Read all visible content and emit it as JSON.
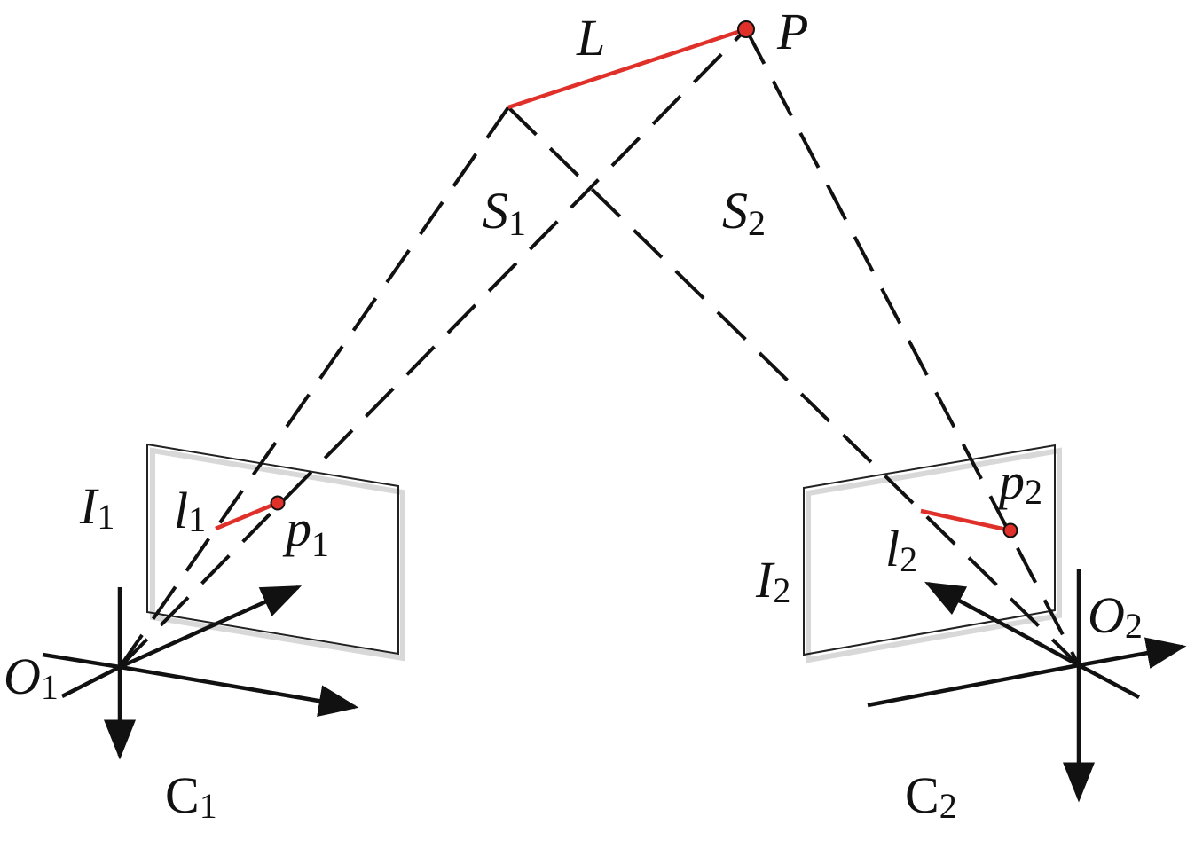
{
  "labels": {
    "L": "L",
    "P": "P",
    "S1": {
      "main": "S",
      "sub": "1"
    },
    "S2": {
      "main": "S",
      "sub": "2"
    },
    "I1": {
      "main": "I",
      "sub": "1"
    },
    "I2": {
      "main": "I",
      "sub": "2"
    },
    "l1": {
      "main": "l",
      "sub": "1"
    },
    "l2": {
      "main": "l",
      "sub": "2"
    },
    "p1": {
      "main": "p",
      "sub": "1"
    },
    "p2": {
      "main": "p",
      "sub": "2"
    },
    "O1": {
      "main": "O",
      "sub": "1"
    },
    "O2": {
      "main": "O",
      "sub": "2"
    },
    "C1": {
      "main": "C",
      "sub": "1"
    },
    "C2": {
      "main": "C",
      "sub": "2"
    }
  },
  "colors": {
    "line": "#111111",
    "highlight": "#e0302a",
    "plane_border": "#222222",
    "plane_shadow": "#d8d8d8"
  }
}
